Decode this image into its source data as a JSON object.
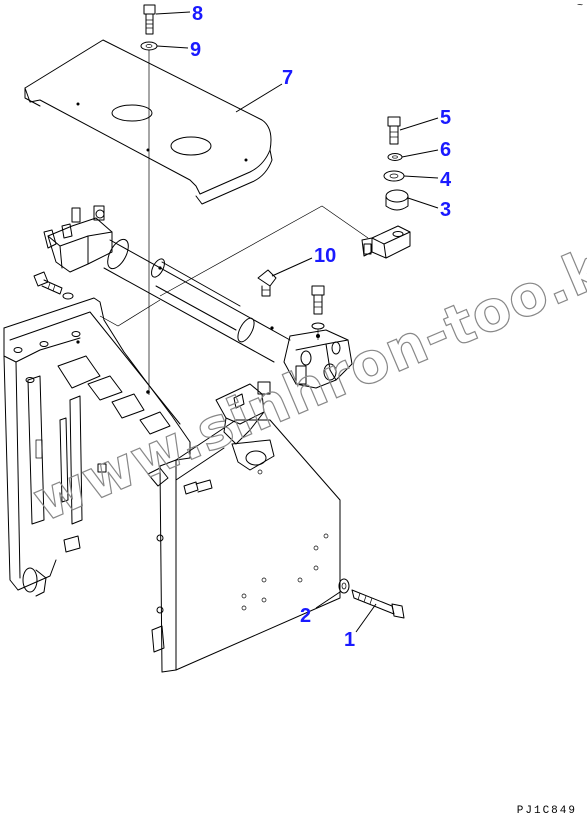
{
  "callouts": [
    {
      "number": "1"
    },
    {
      "number": "2"
    },
    {
      "number": "3"
    },
    {
      "number": "4"
    },
    {
      "number": "5"
    },
    {
      "number": "6"
    },
    {
      "number": "7"
    },
    {
      "number": "8"
    },
    {
      "number": "9"
    },
    {
      "number": "10"
    }
  ],
  "watermark": "www.sinhron-too.kz",
  "figure_code": "PJ1C849",
  "corner_mark": "~",
  "colors": {
    "callout": "#1a1aff",
    "ink": "#000000",
    "watermark": "#888888"
  }
}
